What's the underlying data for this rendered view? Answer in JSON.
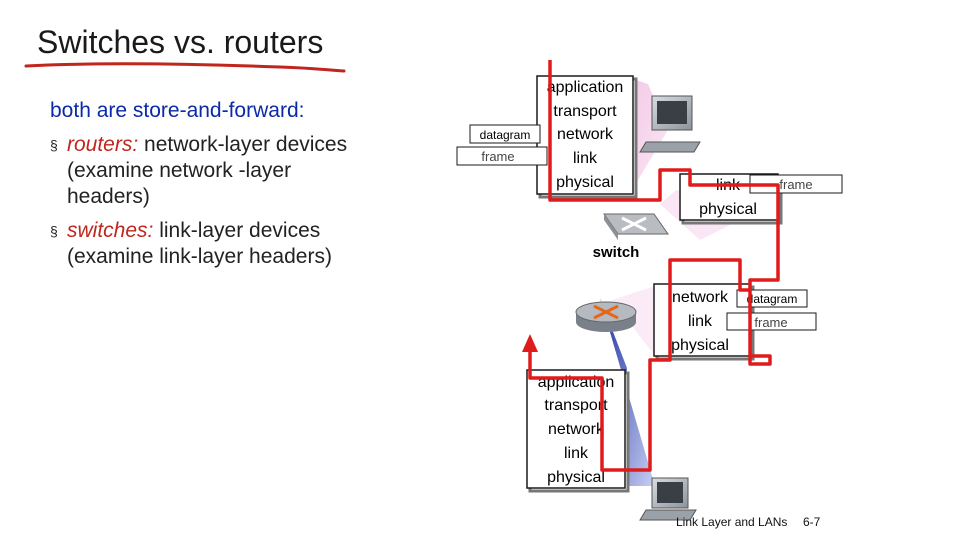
{
  "slide": {
    "title": "Switches vs. routers",
    "intro": "both are store-and-forward:",
    "bullets": [
      {
        "keyword": "routers:",
        "text": " network-layer devices (examine network -layer headers)"
      },
      {
        "keyword": "switches:",
        "text": " link-layer devices (examine link-layer headers)"
      }
    ],
    "bullet_mark": "§"
  },
  "diagram": {
    "top_host_layers": [
      "application",
      "transport",
      "network",
      "link",
      "physical"
    ],
    "top_host_tags": [
      "datagram",
      "frame"
    ],
    "switch_layers": [
      "link",
      "physical"
    ],
    "switch_tag": "frame",
    "switch_label": "switch",
    "router_layers": [
      "network",
      "link",
      "physical"
    ],
    "router_tags": [
      "datagram",
      "frame"
    ],
    "bottom_host_layers": [
      "application",
      "transport",
      "network",
      "link",
      "physical"
    ]
  },
  "footer": {
    "label": "Link Layer and LANs",
    "page": "6-7"
  },
  "colors": {
    "path": "#e01b1b",
    "title_underline": "#c0261e",
    "intro": "#0a2aa8",
    "keyword": "#c0261e"
  }
}
